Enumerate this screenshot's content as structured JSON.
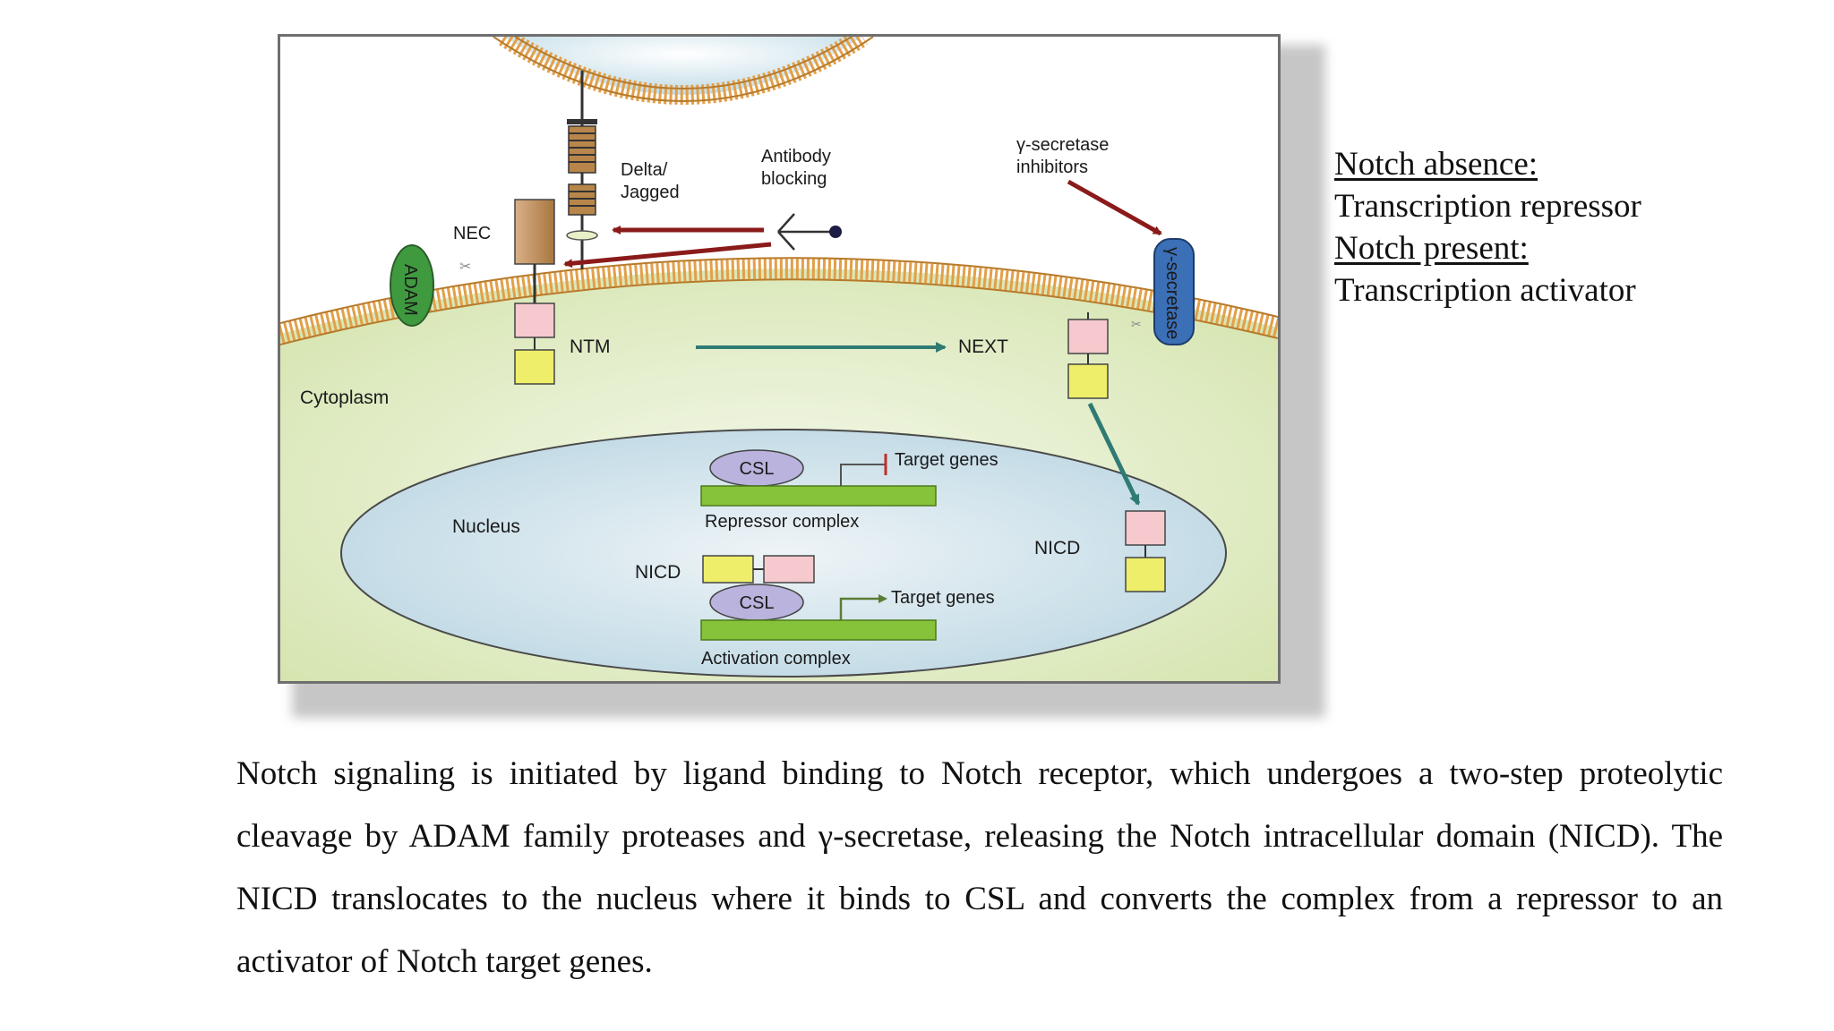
{
  "diagram": {
    "labels": {
      "delta_jagged": [
        "Delta/",
        "Jagged"
      ],
      "antibody_blocking": [
        "Antibody",
        "blocking"
      ],
      "gamma_inhibitors": [
        "γ-secretase",
        "inhibitors"
      ],
      "nec": "NEC",
      "adam": "ADAM",
      "gamma_secretase": "γ-secretase",
      "ntm": "NTM",
      "next": "NEXT",
      "cytoplasm": "Cytoplasm",
      "nucleus": "Nucleus",
      "csl_top": "CSL",
      "target_genes_top": "Target genes",
      "repressor_complex": "Repressor complex",
      "nicd_right": "NICD",
      "nicd_center": "NICD",
      "csl_bottom": "CSL",
      "target_genes_bottom": "Target genes",
      "activation_complex": "Activation complex"
    },
    "colors": {
      "cytoplasm": "#dde9bf",
      "nucleus": "#cfe2ea",
      "membrane": "#e2a04a",
      "arrow_red": "#8b1a1a",
      "arrow_teal": "#2f7b73",
      "adam": "#3f9a3f",
      "gamma_secretase": "#3b6fb6",
      "ligand": "#b8864a",
      "pink_domain": "#f5c9cd",
      "yellow_domain": "#eeee6a",
      "dna_bar": "#86c23a",
      "csl": "#b9b3dd"
    }
  },
  "side_notes": {
    "absence_label": "Notch absence: ",
    "absence_value": "Transcription repressor",
    "present_label": "Notch present:",
    "present_value": "Transcription activator"
  },
  "caption": "Notch signaling is initiated by ligand binding to Notch receptor, which undergoes a two-step proteolytic cleavage by ADAM family proteases and γ-secretase, releasing the Notch intracellular domain (NICD). The NICD translocates to the nucleus where it binds to CSL and converts the complex from a repressor to an activator of Notch target genes."
}
